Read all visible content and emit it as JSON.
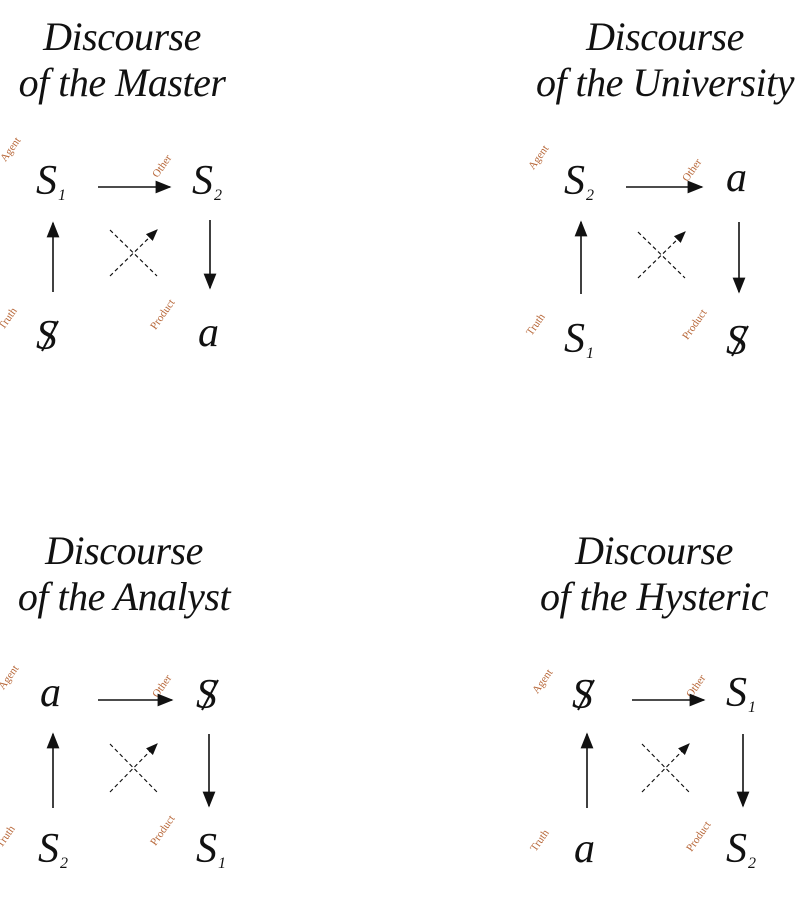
{
  "labels": {
    "agent": "Agent",
    "other": "Other",
    "truth": "Truth",
    "product": "Product"
  },
  "discourses": {
    "master": {
      "title_line1": "Discourse",
      "title_line2": "of the Master",
      "agent": "S",
      "agent_sub": "1",
      "other": "S",
      "other_sub": "2",
      "truth": "S",
      "truth_sub": "",
      "product": "a",
      "product_sub": ""
    },
    "university": {
      "title_line1": "Discourse",
      "title_line2": "of the University",
      "agent": "S",
      "agent_sub": "2",
      "other": "a",
      "other_sub": "",
      "truth": "S",
      "truth_sub": "1",
      "product": "S",
      "product_sub": ""
    },
    "analyst": {
      "title_line1": "Discourse",
      "title_line2": "of the Analyst",
      "agent": "a",
      "agent_sub": "",
      "other": "S",
      "other_sub": "",
      "truth": "S",
      "truth_sub": "2",
      "product": "S",
      "product_sub": "1"
    },
    "hysteric": {
      "title_line1": "Discourse",
      "title_line2": "of the Hysteric",
      "agent": "S",
      "agent_sub": "",
      "other": "S",
      "other_sub": "1",
      "truth": "a",
      "truth_sub": "",
      "product": "S",
      "product_sub": "2"
    }
  }
}
